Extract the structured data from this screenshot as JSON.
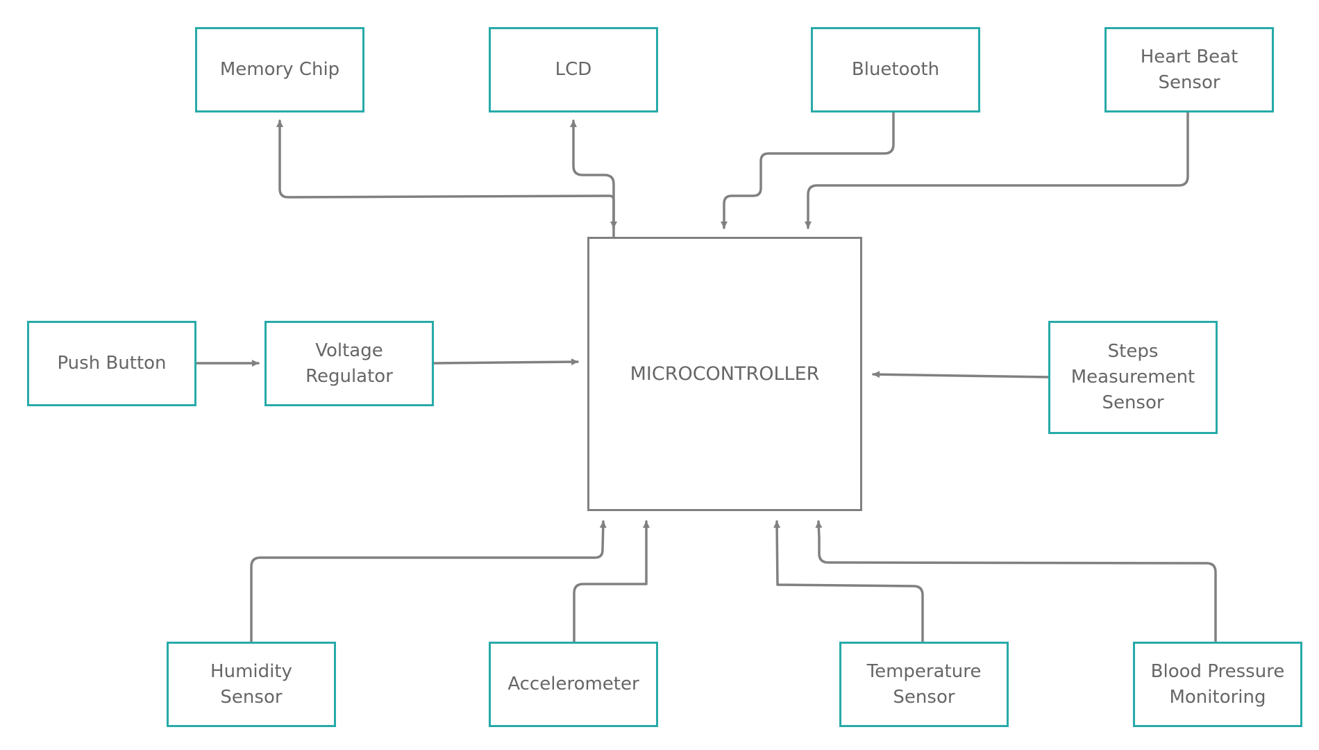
{
  "colors": {
    "node_border": "#27aaa8",
    "microcontroller_border": "#808080",
    "connector": "#808080",
    "text": "#666666",
    "background": "#ffffff"
  },
  "nodes": {
    "memory_chip": "Memory Chip",
    "lcd": "LCD",
    "bluetooth": "Bluetooth",
    "heart_beat_sensor": "Heart Beat\nSensor",
    "push_button": "Push Button",
    "voltage_regulator": "Voltage\nRegulator",
    "microcontroller": "MICROCONTROLLER",
    "steps_measurement_sensor": "Steps\nMeasurement\nSensor",
    "humidity_sensor": "Humidity\nSensor",
    "accelerometer": "Accelerometer",
    "temperature_sensor": "Temperature\nSensor",
    "blood_pressure_monitoring": "Blood Pressure\nMonitoring"
  }
}
